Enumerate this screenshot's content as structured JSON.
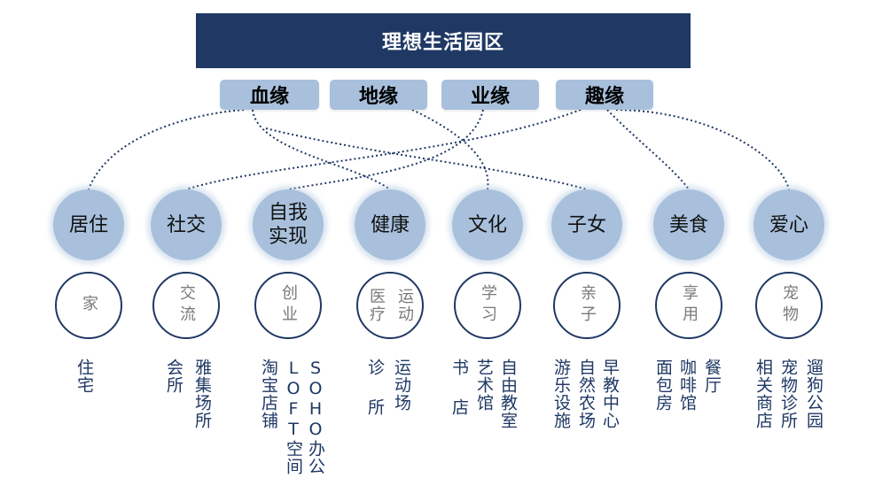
{
  "title": "理想生活园区",
  "tags": [
    "血缘",
    "地缘",
    "业缘",
    "趣缘"
  ],
  "needs": [
    {
      "label": "居住",
      "lines": [
        "居住"
      ]
    },
    {
      "label": "社交",
      "lines": [
        "社交"
      ]
    },
    {
      "label": "自我实现",
      "lines": [
        "自我",
        "实现"
      ]
    },
    {
      "label": "健康",
      "lines": [
        "健康"
      ]
    },
    {
      "label": "文化",
      "lines": [
        "文化"
      ]
    },
    {
      "label": "子女",
      "lines": [
        "子女"
      ]
    },
    {
      "label": "美食",
      "lines": [
        "美食"
      ]
    },
    {
      "label": "爱心",
      "lines": [
        "爱心"
      ]
    }
  ],
  "activities": [
    {
      "cols": [
        "家"
      ]
    },
    {
      "cols": [
        "交流"
      ]
    },
    {
      "cols": [
        "创业"
      ]
    },
    {
      "cols": [
        "运动",
        "医疗"
      ]
    },
    {
      "cols": [
        "学习"
      ]
    },
    {
      "cols": [
        "亲子"
      ]
    },
    {
      "cols": [
        "享用"
      ]
    },
    {
      "cols": [
        "宠物"
      ]
    }
  ],
  "venues": [
    [
      "住宅"
    ],
    [
      "雅集场所",
      "会所"
    ],
    [
      "SOHO办公",
      "LOFT空间",
      "淘宝店铺"
    ],
    [
      "运动场",
      "诊所"
    ],
    [
      "自由教室",
      "艺术馆",
      "书店"
    ],
    [
      "早教中心",
      "自然农场",
      "游乐设施"
    ],
    [
      "餐厅",
      "咖啡馆",
      "面包房"
    ],
    [
      "遛狗公园",
      "宠物诊所",
      "相关商店"
    ]
  ],
  "colors": {
    "navy": "#1f3864",
    "light_blue": "#a8c0dc",
    "gray_text": "#7a7a7a"
  }
}
